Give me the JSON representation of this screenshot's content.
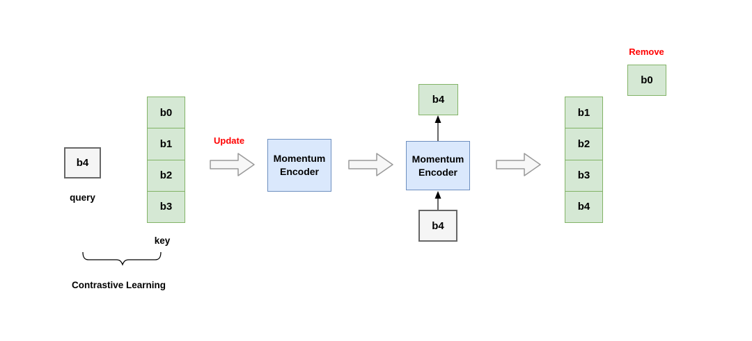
{
  "diagram": {
    "query": {
      "box_label": "b4",
      "caption": "query"
    },
    "key_stack": {
      "cells": [
        "b0",
        "b1",
        "b2",
        "b3"
      ],
      "caption": "key"
    },
    "contrastive_caption": "Contrastive Learning",
    "update_label": "Update",
    "momentum_encoder_1": "Momentum\nEncoder",
    "momentum_encoder_2": "Momentum\nEncoder",
    "encoded_key_box": "b4",
    "new_input_box": "b4",
    "result_stack": {
      "cells": [
        "b1",
        "b2",
        "b3",
        "b4"
      ]
    },
    "remove_label": "Remove",
    "removed_box": "b0",
    "colors": {
      "green_fill": "#d5e8d4",
      "green_border": "#82b366",
      "blue_fill": "#dae8fc",
      "blue_border": "#6c8ebf",
      "gray_fill": "#f5f5f5",
      "gray_border": "#666666",
      "arrow_fill": "#f7f7f7",
      "arrow_border": "#999999",
      "red_label": "#ff0000",
      "text": "#000000"
    }
  }
}
